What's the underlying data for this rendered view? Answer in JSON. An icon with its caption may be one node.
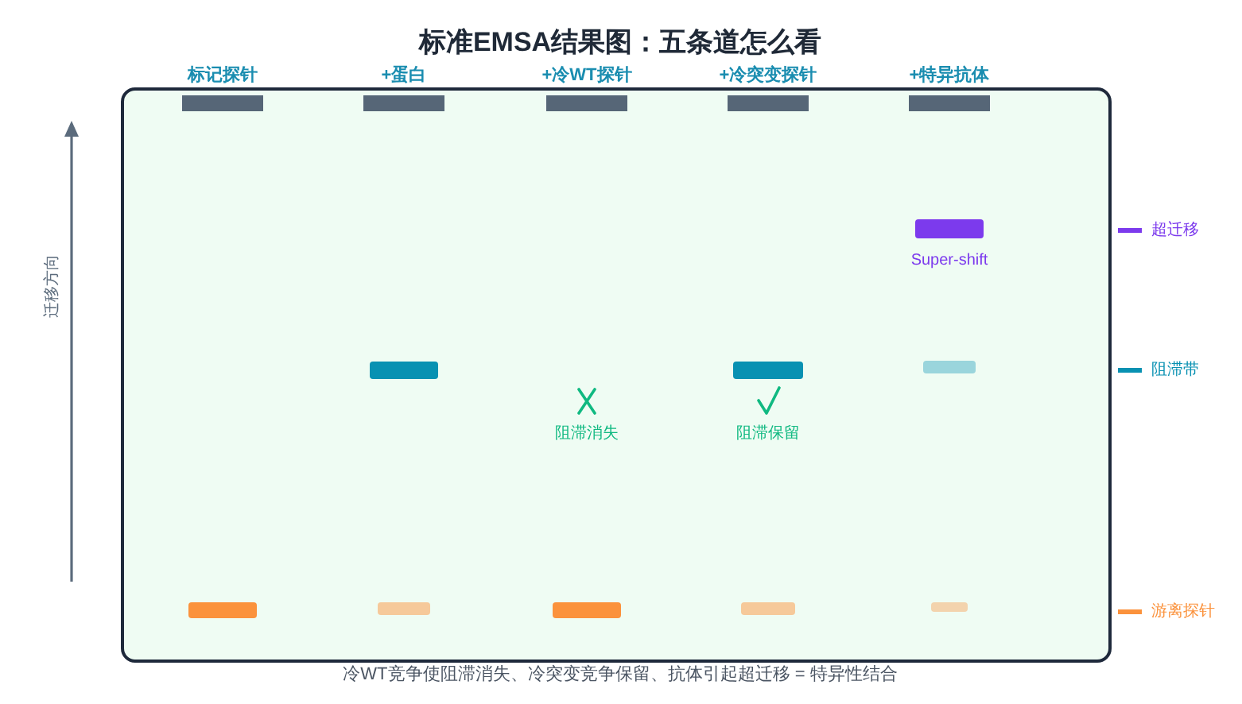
{
  "diagram": {
    "title": "标准EMSA结果图：五条道怎么看",
    "caption": "冷WT竞争使阻滞消失、冷突变竞争保留、抗体引起超迁移 = 特异性结合",
    "labels": [
      "标记探针",
      "+蛋白",
      "+冷WT探针",
      "+冷突变探针",
      "+特异抗体",
      "Super-shift",
      "阻滞消失",
      "阻滞保留",
      "迁移方向"
    ],
    "legend": [
      {
        "text": "超迁移",
        "color": "#7c3aed"
      },
      {
        "text": "阻滞带",
        "color": "#0891b2"
      },
      {
        "text": "游离探针",
        "color": "#fb923c"
      }
    ]
  }
}
